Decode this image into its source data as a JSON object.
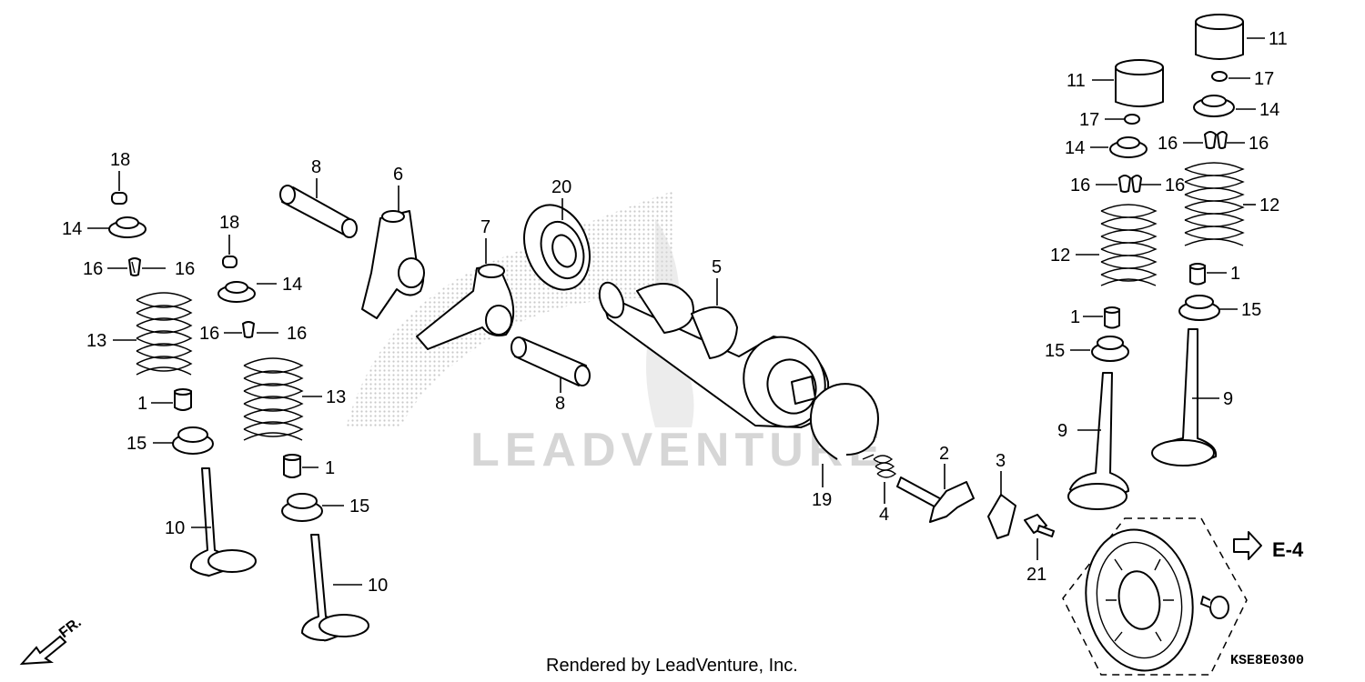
{
  "watermark": {
    "text": "LEADVENTURE"
  },
  "footer": {
    "rendered_by": "Rendered by LeadVenture, Inc."
  },
  "diagram_code": "KSE8E0300",
  "direction_label": "FR.",
  "reference": "E-4",
  "callouts": [
    {
      "id": "c18a",
      "text": "18"
    },
    {
      "id": "c14a",
      "text": "14"
    },
    {
      "id": "c16a1",
      "text": "16"
    },
    {
      "id": "c16a2",
      "text": "16"
    },
    {
      "id": "c13a",
      "text": "13"
    },
    {
      "id": "c1a",
      "text": "1"
    },
    {
      "id": "c15a",
      "text": "15"
    },
    {
      "id": "c10a",
      "text": "10"
    },
    {
      "id": "c18b",
      "text": "18"
    },
    {
      "id": "c14b",
      "text": "14"
    },
    {
      "id": "c16b1",
      "text": "16"
    },
    {
      "id": "c16b2",
      "text": "16"
    },
    {
      "id": "c13b",
      "text": "13"
    },
    {
      "id": "c1b",
      "text": "1"
    },
    {
      "id": "c15b",
      "text": "15"
    },
    {
      "id": "c10b",
      "text": "10"
    },
    {
      "id": "c8a",
      "text": "8"
    },
    {
      "id": "c6",
      "text": "6"
    },
    {
      "id": "c7",
      "text": "7"
    },
    {
      "id": "c20",
      "text": "20"
    },
    {
      "id": "c8b",
      "text": "8"
    },
    {
      "id": "c5",
      "text": "5"
    },
    {
      "id": "c19",
      "text": "19"
    },
    {
      "id": "c4",
      "text": "4"
    },
    {
      "id": "c2",
      "text": "2"
    },
    {
      "id": "c3",
      "text": "3"
    },
    {
      "id": "c21",
      "text": "21"
    },
    {
      "id": "c11a",
      "text": "11"
    },
    {
      "id": "c17a",
      "text": "17"
    },
    {
      "id": "c14c",
      "text": "14"
    },
    {
      "id": "c16c1",
      "text": "16"
    },
    {
      "id": "c16c2",
      "text": "16"
    },
    {
      "id": "c12a",
      "text": "12"
    },
    {
      "id": "c1c",
      "text": "1"
    },
    {
      "id": "c15c",
      "text": "15"
    },
    {
      "id": "c9a",
      "text": "9"
    },
    {
      "id": "c11b",
      "text": "11"
    },
    {
      "id": "c17b",
      "text": "17"
    },
    {
      "id": "c14d",
      "text": "14"
    },
    {
      "id": "c16d1",
      "text": "16"
    },
    {
      "id": "c16d2",
      "text": "16"
    },
    {
      "id": "c12b",
      "text": "12"
    },
    {
      "id": "c1d",
      "text": "1"
    },
    {
      "id": "c15d",
      "text": "15"
    },
    {
      "id": "c9b",
      "text": "9"
    }
  ]
}
